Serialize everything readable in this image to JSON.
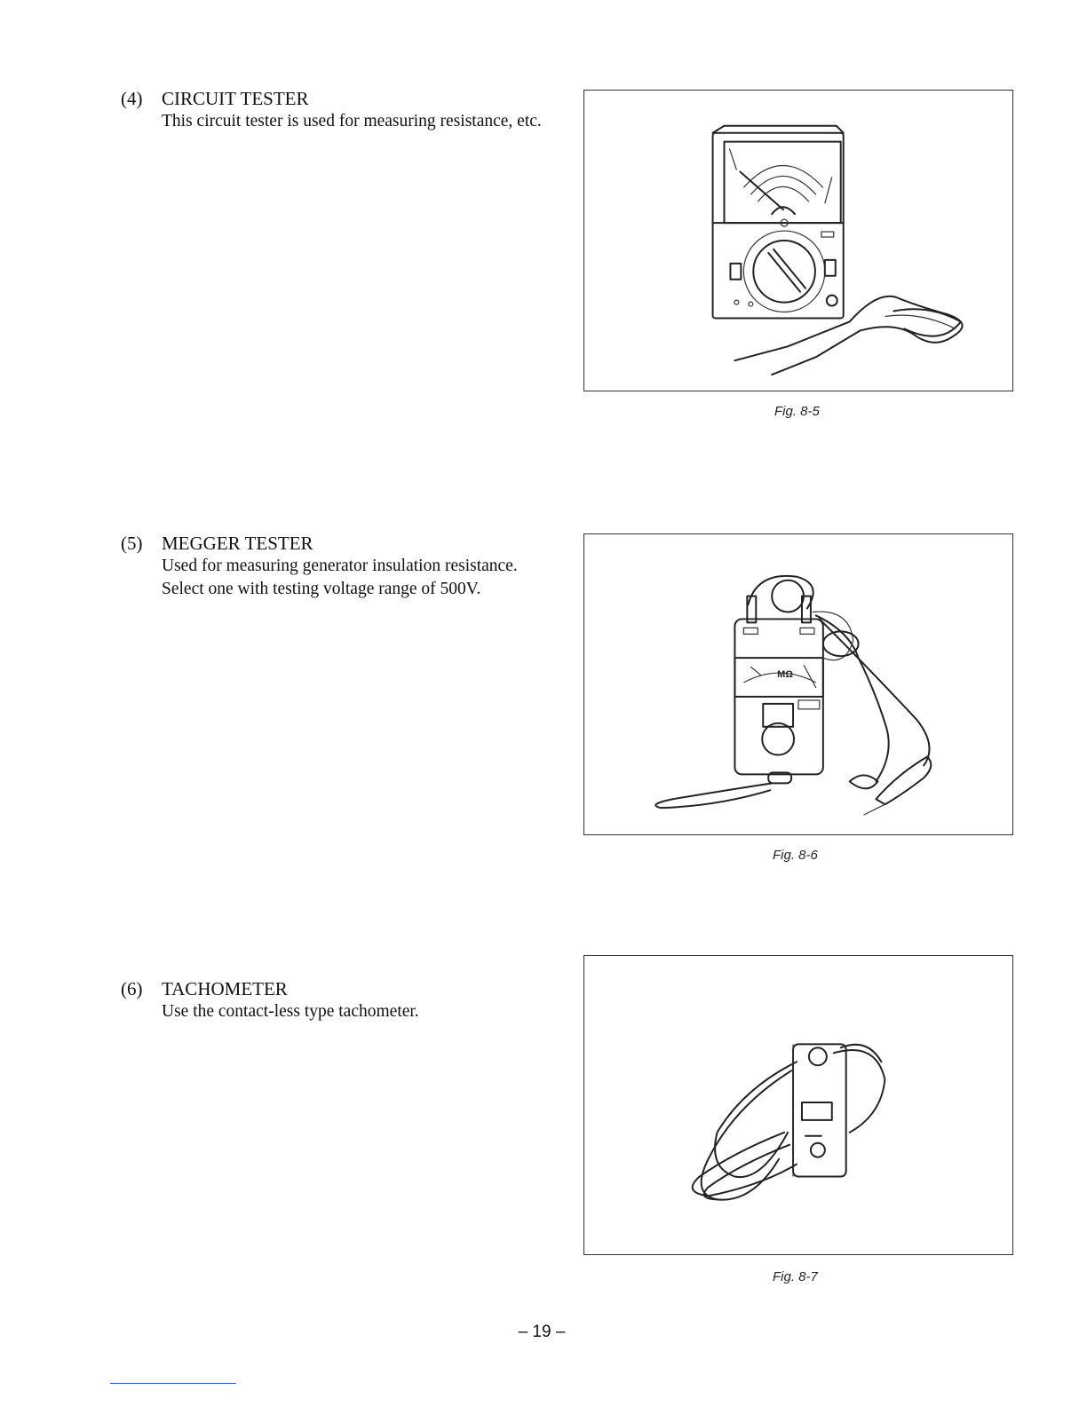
{
  "sections": [
    {
      "number": "(4)",
      "title": "CIRCUIT TESTER",
      "paragraphs": [
        "This circuit tester is used for measuring resistance, etc."
      ],
      "figure_caption": "Fig. 8-5",
      "icon": "multimeter-illustration"
    },
    {
      "number": "(5)",
      "title": "MEGGER TESTER",
      "paragraphs": [
        "Used for measuring generator insulation resistance.",
        "Select one with testing voltage range of 500V."
      ],
      "figure_caption": "Fig. 8-6",
      "meter_label": "MΩ",
      "icon": "megger-illustration"
    },
    {
      "number": "(6)",
      "title": "TACHOMETER",
      "paragraphs": [
        "Use the contact-less type tachometer."
      ],
      "figure_caption": "Fig. 8-7",
      "icon": "tachometer-illustration"
    }
  ],
  "page_number": "– 19 –"
}
